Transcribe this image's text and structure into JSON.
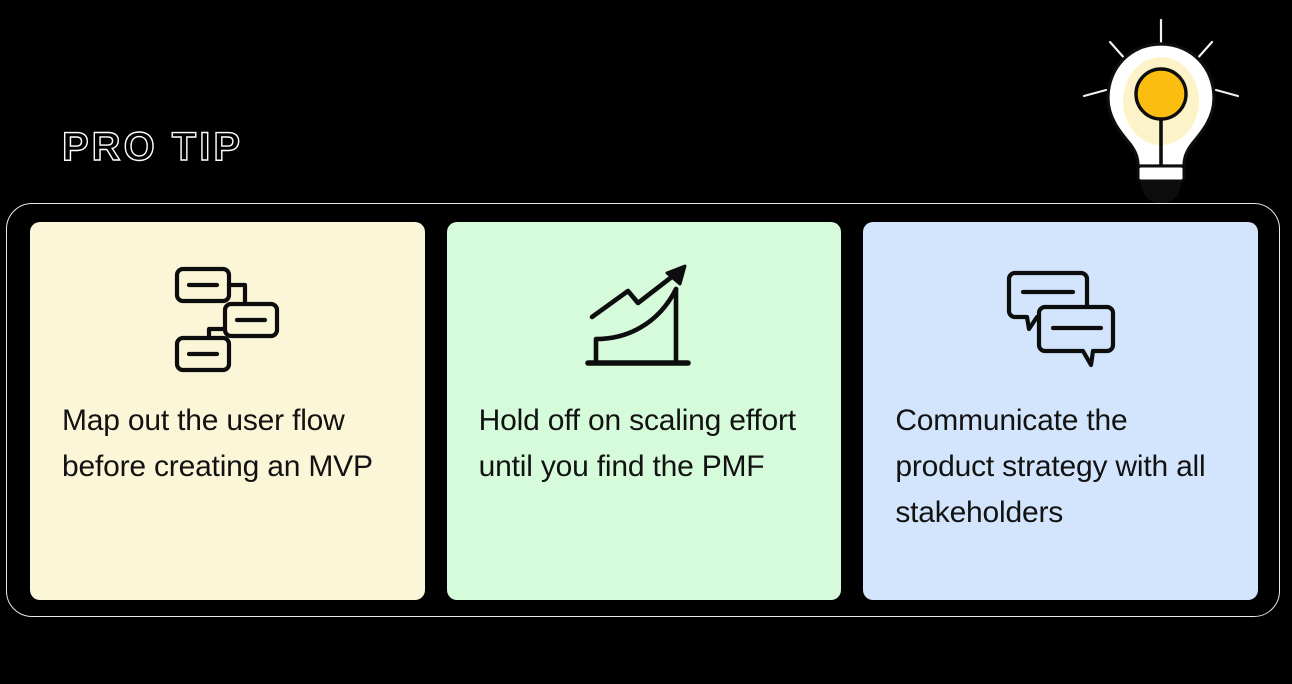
{
  "heading": {
    "text": "PRO TIP"
  },
  "decoration": {
    "bulb_icon": "lightbulb-icon",
    "bulb_colors": {
      "glass": "#ffffff",
      "glow": "#fdf3c9",
      "filament": "#fbbe10",
      "outline": "#0d0d0d",
      "rays": "#f5f5f5"
    }
  },
  "frame": {
    "border_color": "#e9e9e9",
    "background": "#000000"
  },
  "cards": [
    {
      "id": "card-user-flow",
      "icon": "flowchart-icon",
      "text": "Map out the user flow before creating an MVP",
      "background": "#FCF6D8",
      "icon_color": "#0d0d0d"
    },
    {
      "id": "card-scaling",
      "icon": "growth-chart-icon",
      "text": "Hold off on scaling effort until you find the PMF",
      "background": "#D5FBDB",
      "icon_color": "#0d0d0d"
    },
    {
      "id": "card-communicate",
      "icon": "chat-bubbles-icon",
      "text": "Communicate the product strategy with all stakeholders",
      "background": "#D3E5FC",
      "icon_color": "#0d0d0d"
    }
  ]
}
